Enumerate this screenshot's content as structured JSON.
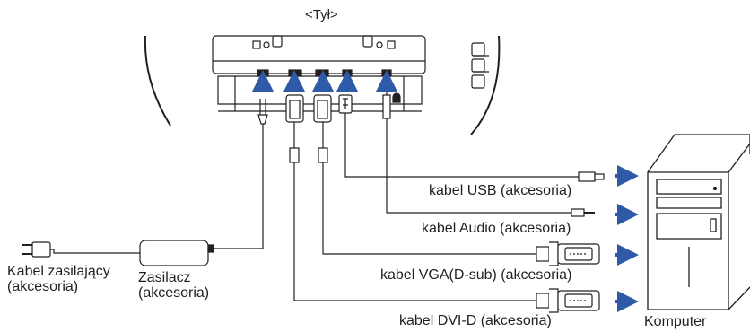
{
  "title": "<Tył>",
  "cables": {
    "usb": "kabel USB (akcesoria)",
    "audio": "kabel Audio (akcesoria)",
    "vga": "kabel VGA(D-sub) (akcesoria)",
    "dvi": "kabel DVI-D (akcesoria)"
  },
  "power": {
    "cord_line1": "Kabel zasilający",
    "cord_line2": "(akcesoria)",
    "adapter_line1": "Zasilacz",
    "adapter_line2": "(akcesoria)"
  },
  "computer_label": "Komputer",
  "colors": {
    "arrow": "#2e5aa8",
    "line": "#231f20"
  }
}
